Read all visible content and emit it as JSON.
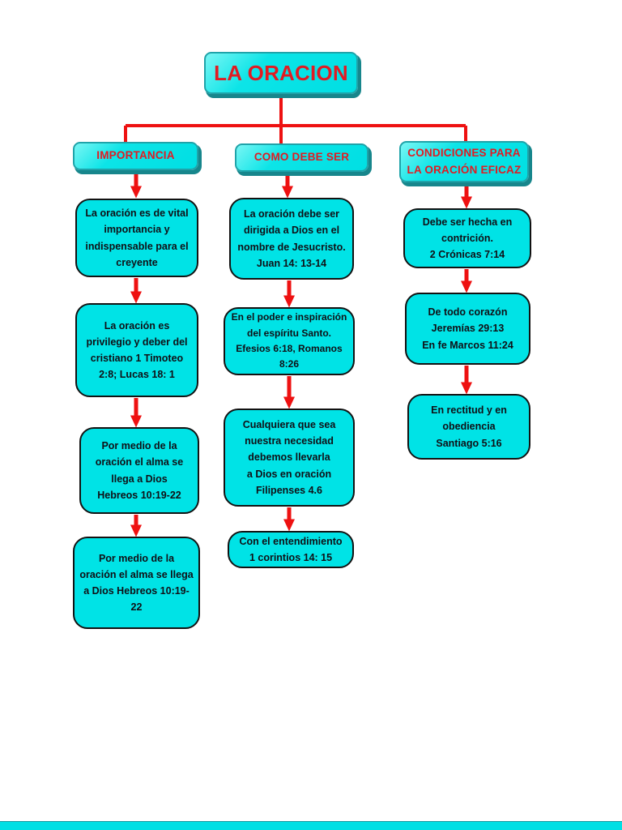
{
  "title": {
    "label": "LA ORACION"
  },
  "palette": {
    "box_fill": "#00e3e6",
    "bevel_border": "#1fa3a9",
    "bevel_shadow": "#17868c",
    "red_accent": "#e11b22",
    "arrow_red": "#ee1111",
    "text_dark": "#101016",
    "background": "#ffffff"
  },
  "columns": [
    {
      "header": "IMPORTANCIA",
      "boxes": [
        "La oración es de vital\nimportancia y\nindispensable para el\ncreyente",
        "La oración es\nprivilegio y deber del\ncristiano 1 Timoteo\n2:8; Lucas 18: 1",
        "Por medio de la\noración el alma se\nllega a Dios\nHebreos 10:19-22",
        "Por medio de la\noración el alma se llega\na Dios Hebreos 10:19-\n22"
      ]
    },
    {
      "header": "COMO DEBE SER",
      "boxes": [
        "La oración debe ser\ndirigida a Dios en el\nnombre de Jesucristo.\nJuan 14: 13-14",
        "En el poder e inspiración\ndel espíritu Santo.\nEfesios 6:18, Romanos\n8:26",
        "Cualquiera que sea\nnuestra necesidad\ndebemos llevarla\na Dios en oración\nFilipenses 4.6",
        "Con el entendimiento\n1 corintios 14: 15"
      ]
    },
    {
      "header": "CONDICIONES PARA\nLA ORACIÓN EFICAZ",
      "boxes": [
        "Debe ser hecha en\ncontrición.\n2 Crónicas 7:14",
        "De todo corazón\nJeremías 29:13\nEn fe Marcos 11:24",
        "En rectitud y en\nobediencia\nSantiago 5:16"
      ]
    }
  ]
}
